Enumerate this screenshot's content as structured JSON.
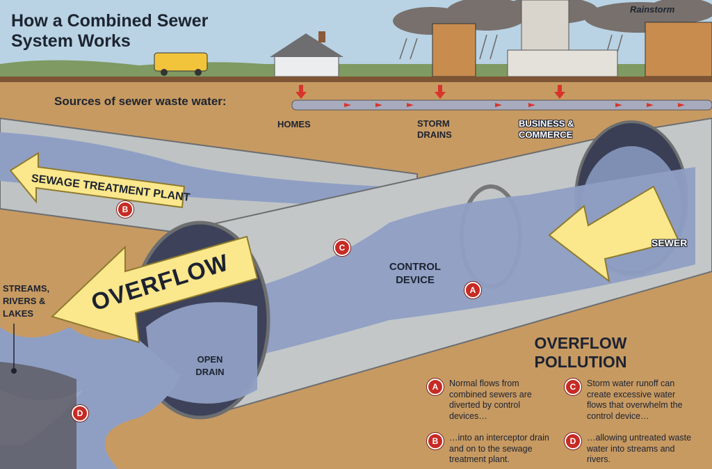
{
  "title": "How a Combined Sewer System Works",
  "sky_label": "Rainstorm",
  "sources_heading": "Sources of sewer waste water:",
  "sources": [
    "HOMES",
    "STORM DRAINS",
    "BUSINESS & COMMERCE"
  ],
  "labels": {
    "sewage_treatment_plant": "SEWAGE TREATMENT PLANT",
    "overflow": "OVERFLOW",
    "streams": "STREAMS, RIVERS & LAKES",
    "control_device": "CONTROL DEVICE",
    "open_drain": "OPEN DRAIN",
    "sewer": "SEWER"
  },
  "markers": {
    "a": "A",
    "b": "B",
    "c": "C",
    "d": "D"
  },
  "pollution": {
    "title": "OVERFLOW POLLUTION",
    "notes": [
      {
        "letter": "A",
        "text": "Normal flows from combined sewers are diverted by control devices…"
      },
      {
        "letter": "C",
        "text": "Storm water runoff can create excessive water flows that overwhelm the control device…"
      },
      {
        "letter": "B",
        "text": "…into an interceptor drain and on to the sewage treatment plant."
      },
      {
        "letter": "D",
        "text": "…allowing untreated waste water into streams and rivers."
      }
    ]
  },
  "colors": {
    "sky": "#b9d3e4",
    "soil": "#c79a62",
    "water": "#8f9fc4",
    "pipe": "#bfc3c4",
    "arrow": "#fbe78c",
    "flow_arrow": "#d8342b"
  }
}
